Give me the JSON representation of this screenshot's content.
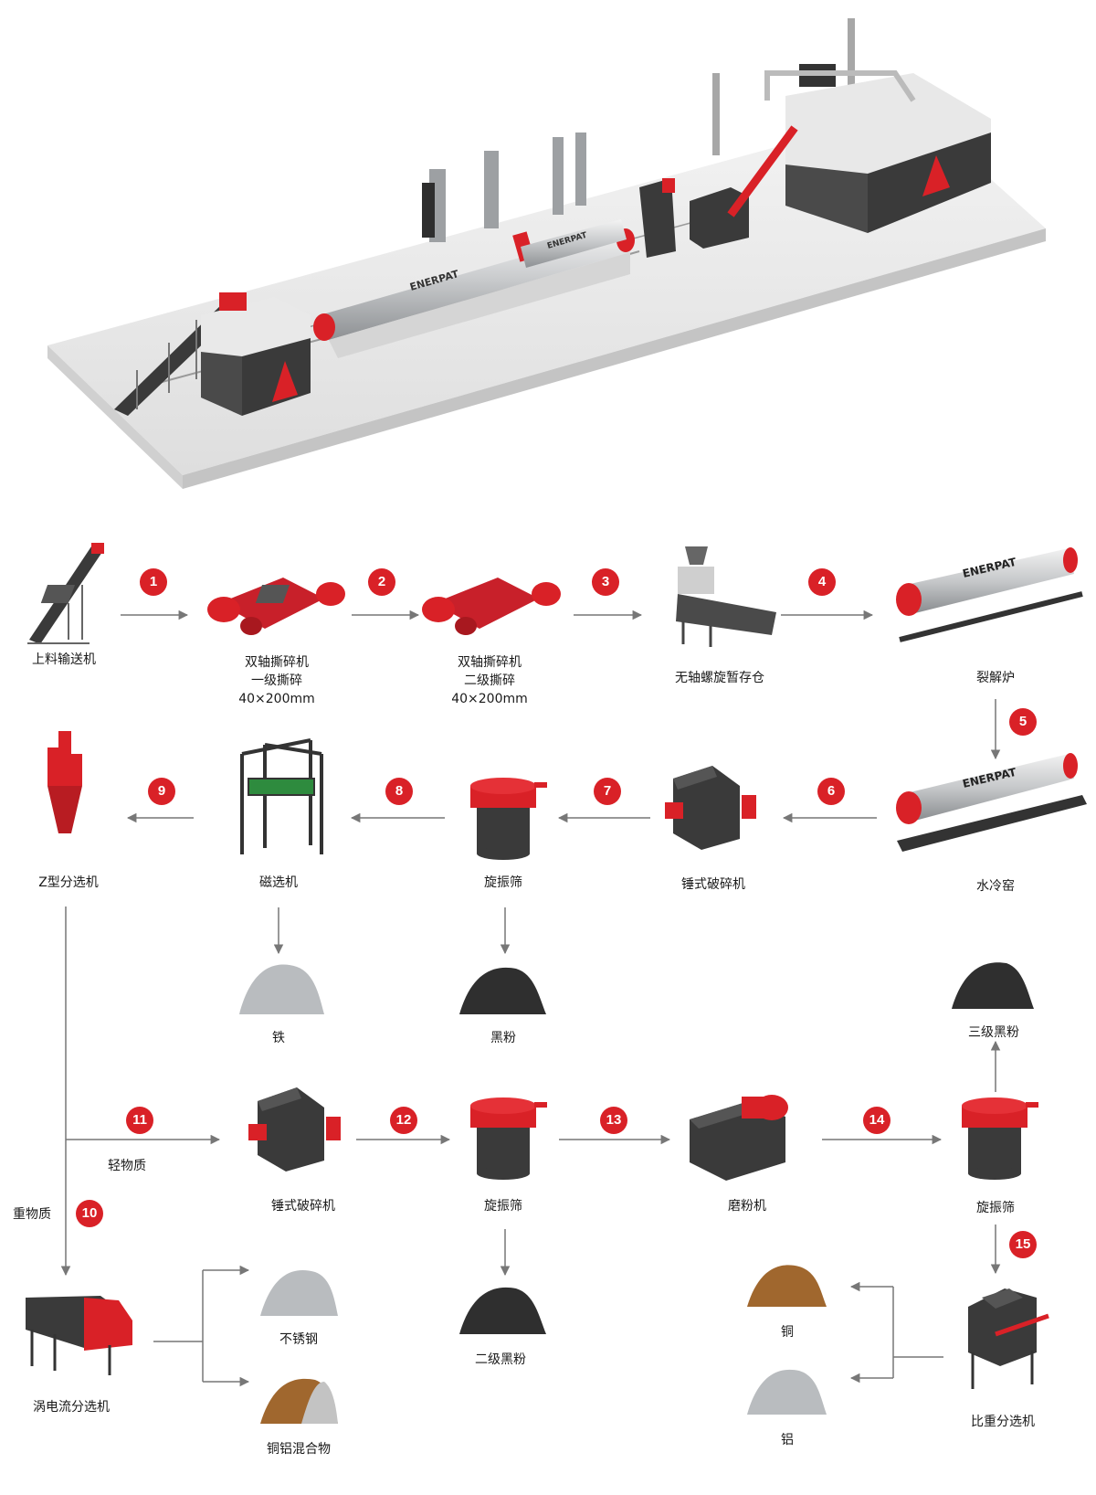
{
  "colors": {
    "brand_red": "#d92127",
    "dark": "#2f2f2f",
    "steel": "#b9bcbf",
    "copper": "#a0672e",
    "arrow": "#777777"
  },
  "brand": "ENERPAT",
  "steps": [
    {
      "id": "feeder",
      "label": "上料输送机",
      "icon": "conveyor-icon"
    },
    {
      "id": "shredder1",
      "label": "双轴撕碎机\n一级撕碎\n40×200mm",
      "icon": "dual-shaft-shredder-icon"
    },
    {
      "id": "shredder2",
      "label": "双轴撕碎机\n二级撕碎\n40×200mm",
      "icon": "dual-shaft-shredder-icon"
    },
    {
      "id": "screw_bin",
      "label": "无轴螺旋暂存仓",
      "icon": "shaftless-screw-bin-icon"
    },
    {
      "id": "pyrolysis",
      "label": "裂解炉",
      "icon": "pyrolysis-kiln-icon"
    },
    {
      "id": "water_kiln",
      "label": "水冷窑",
      "icon": "water-cooled-kiln-icon"
    },
    {
      "id": "hammer1",
      "label": "锤式破碎机",
      "icon": "hammer-crusher-icon"
    },
    {
      "id": "sieve1",
      "label": "旋振筛",
      "icon": "vibrating-sieve-icon"
    },
    {
      "id": "magnet",
      "label": "磁选机",
      "icon": "magnetic-separator-icon"
    },
    {
      "id": "zsep",
      "label": "Z型分选机",
      "icon": "z-separator-icon"
    },
    {
      "id": "hammer2",
      "label": "锤式破碎机",
      "icon": "hammer-crusher-icon"
    },
    {
      "id": "sieve2",
      "label": "旋振筛",
      "icon": "vibrating-sieve-icon"
    },
    {
      "id": "mill",
      "label": "磨粉机",
      "icon": "grinding-mill-icon"
    },
    {
      "id": "sieve3",
      "label": "旋振筛",
      "icon": "vibrating-sieve-icon"
    },
    {
      "id": "eddy",
      "label": "涡电流分选机",
      "icon": "eddy-current-separator-icon"
    },
    {
      "id": "gravity",
      "label": "比重分选机",
      "icon": "gravity-separator-icon"
    }
  ],
  "outputs": [
    {
      "id": "iron",
      "label": "铁",
      "color": "#b9bcbf"
    },
    {
      "id": "black1",
      "label": "黑粉",
      "color": "#2f2f2f"
    },
    {
      "id": "black3",
      "label": "三级黑粉",
      "color": "#2f2f2f"
    },
    {
      "id": "stainless",
      "label": "不锈钢",
      "color": "#b9bcbf"
    },
    {
      "id": "cual",
      "label": "铜铝混合物",
      "color": "#a0672e"
    },
    {
      "id": "black2",
      "label": "二级黑粉",
      "color": "#2f2f2f"
    },
    {
      "id": "copper",
      "label": "铜",
      "color": "#a0672e"
    },
    {
      "id": "aluminum",
      "label": "铝",
      "color": "#b9bcbf"
    }
  ],
  "badges": [
    "1",
    "2",
    "3",
    "4",
    "5",
    "6",
    "7",
    "8",
    "9",
    "10",
    "11",
    "12",
    "13",
    "14",
    "15"
  ],
  "side_labels": {
    "light": "轻物质",
    "heavy": "重物质"
  }
}
